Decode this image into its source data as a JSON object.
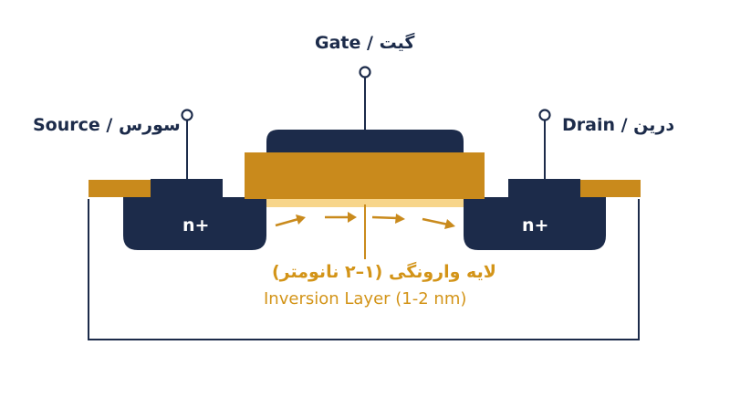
{
  "labels": {
    "gate": "Gate / گیت",
    "source": "Source / سورس",
    "drain": "Drain / درین",
    "source_region": "n+",
    "drain_region": "n+",
    "inversion_fa": "لایه وارونگی (۱–۲ نانومتر)",
    "inversion_en": "Inversion Layer (1-2 nm)"
  },
  "colors": {
    "navy": "#1c2b4a",
    "gold": "#c98a1c",
    "gold_text": "#d39418",
    "channel": "#f7d58a",
    "outline": "#1c2b4a"
  }
}
